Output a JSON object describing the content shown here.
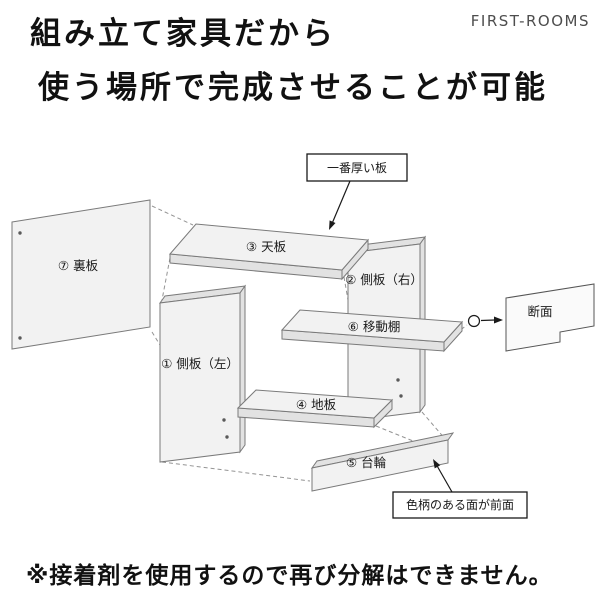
{
  "header": {
    "line1": "組み立て家具だから",
    "line2": "使う場所で完成させることが可能",
    "brand": "FIRST-ROOMS"
  },
  "diagram": {
    "parts": {
      "back_board": "⑦ 裏板",
      "top_board": "③ 天板",
      "side_right": "② 側板（右）",
      "movable_shelf": "⑥ 移動棚",
      "side_left": "① 側板（左）",
      "bottom_board": "④ 地板",
      "base": "⑤ 台輪"
    },
    "callouts": {
      "thickest": "一番厚い板",
      "cross_section": "断面",
      "front_face": "色柄のある面が前面"
    }
  },
  "footer": {
    "note": "※接着剤を使用するので再び分解はできません。"
  }
}
